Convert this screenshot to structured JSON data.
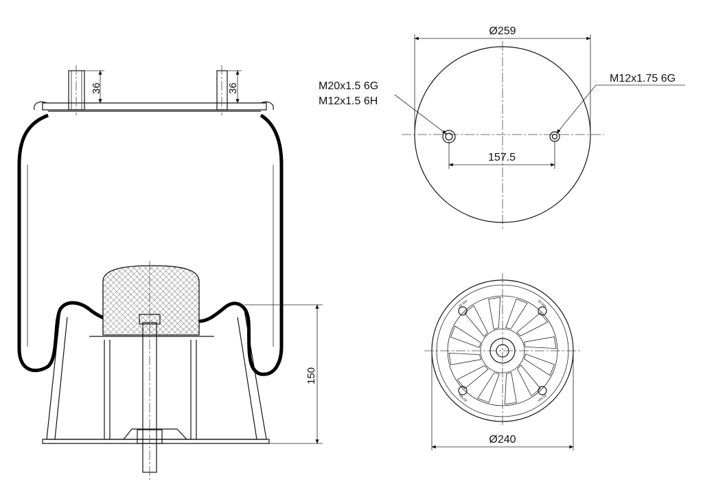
{
  "side_view": {
    "stud_height_left": "36",
    "stud_height_right": "36",
    "piston_height": "150"
  },
  "top_view": {
    "diameter": "Ø259",
    "left_thread_line1": "M20x1.5 6G",
    "left_thread_line2": "M12x1.5 6H",
    "right_thread": "M12x1.75 6G",
    "hole_spacing": "157.5"
  },
  "bottom_view": {
    "diameter": "Ø240",
    "torque_marks": [
      "20 Nm",
      "20 Nm",
      "20 Nm",
      "20 Nm"
    ]
  },
  "colors": {
    "line": "#111111",
    "background": "#ffffff"
  }
}
